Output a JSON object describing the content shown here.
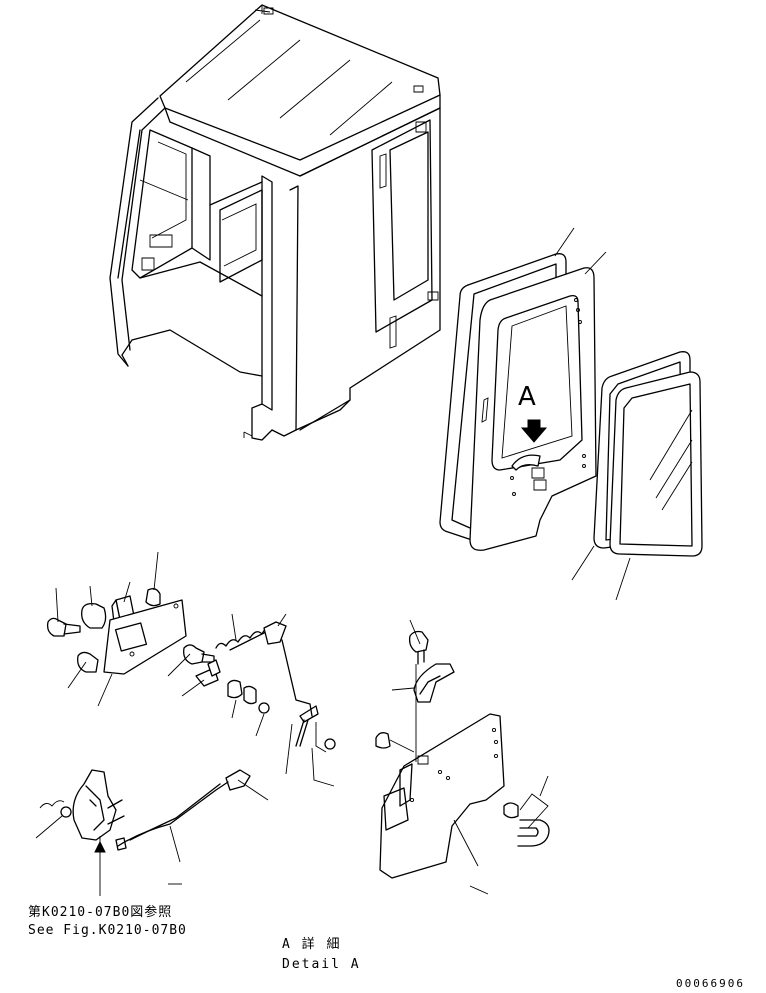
{
  "view_label": "A",
  "reference_jp": "第K0210-07B0図参照",
  "reference_en": "See Fig.K0210-07B0",
  "detail_caption_jp": "A 詳 細",
  "detail_caption_en": "Detail A",
  "drawing_number": "00066906"
}
